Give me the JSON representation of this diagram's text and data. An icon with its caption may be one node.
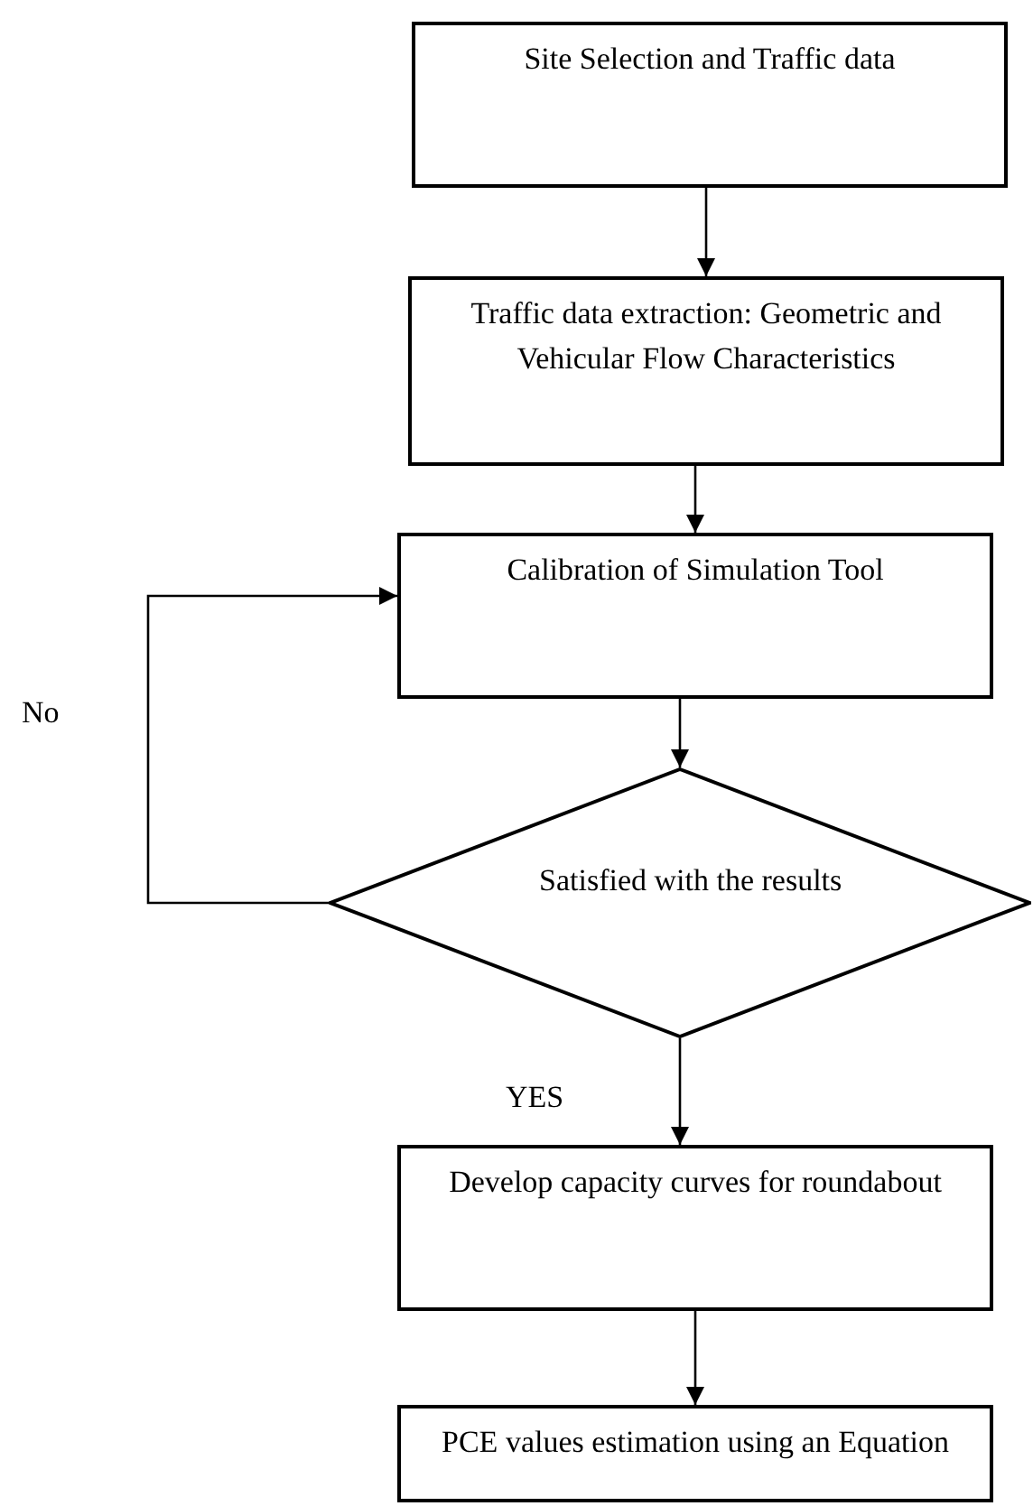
{
  "diagram": {
    "nodes": [
      {
        "text": [
          "Site Selection and Traffic data"
        ]
      },
      {
        "text": [
          "Traffic data extraction: Geometric and Vehicular Flow Characteristics"
        ]
      },
      {
        "text": [
          "Calibration of Simulation Tool"
        ]
      },
      {
        "text": [
          "Satisfied with the results"
        ]
      },
      {
        "text": [
          "Develop capacity curves for roundabout"
        ]
      },
      {
        "text": [
          "PCE values estimation using an Equation"
        ]
      }
    ],
    "edges": [
      {
        "from": 0,
        "to": 1,
        "arrow": "to"
      },
      {
        "from": 1,
        "to": 2,
        "arrow": "to"
      },
      {
        "from": 2,
        "to": 3,
        "arrow": "to"
      },
      {
        "from": 3,
        "to": 2,
        "arrow": "to",
        "label": "No"
      },
      {
        "from": 3,
        "to": 4,
        "arrow": "to",
        "label": "YES"
      },
      {
        "from": 4,
        "to": 5,
        "arrow": "to"
      }
    ]
  }
}
